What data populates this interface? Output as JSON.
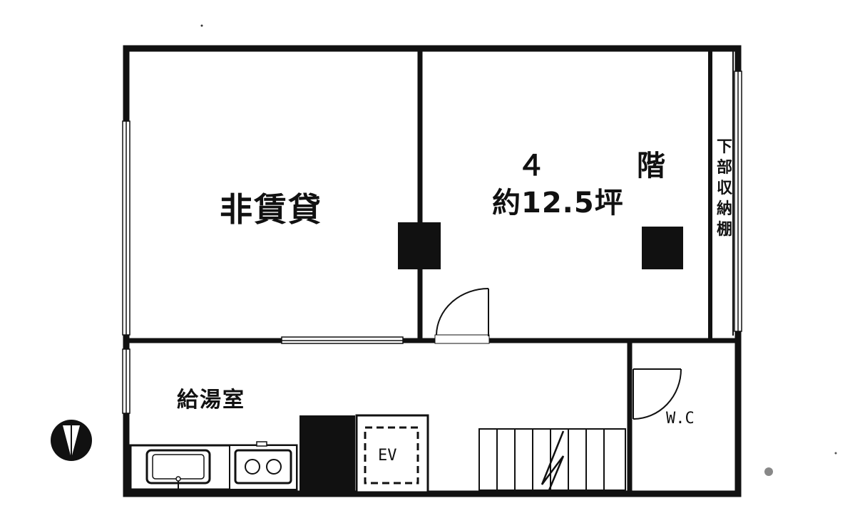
{
  "rooms": {
    "non_rental": "非賃貸",
    "floor_label": "４　階",
    "floor_area": "約12.5坪",
    "kitchenette": "給湯室",
    "toilet": "W.C",
    "elevator": "EV",
    "storage_shelf": "下部収納棚"
  },
  "colors": {
    "line": "#111111",
    "fill": "#ffffff"
  },
  "icons": [
    "north-arrow-icon",
    "sink-icon",
    "gas-stove-icon",
    "door-swing-icon",
    "stairs-icon"
  ]
}
